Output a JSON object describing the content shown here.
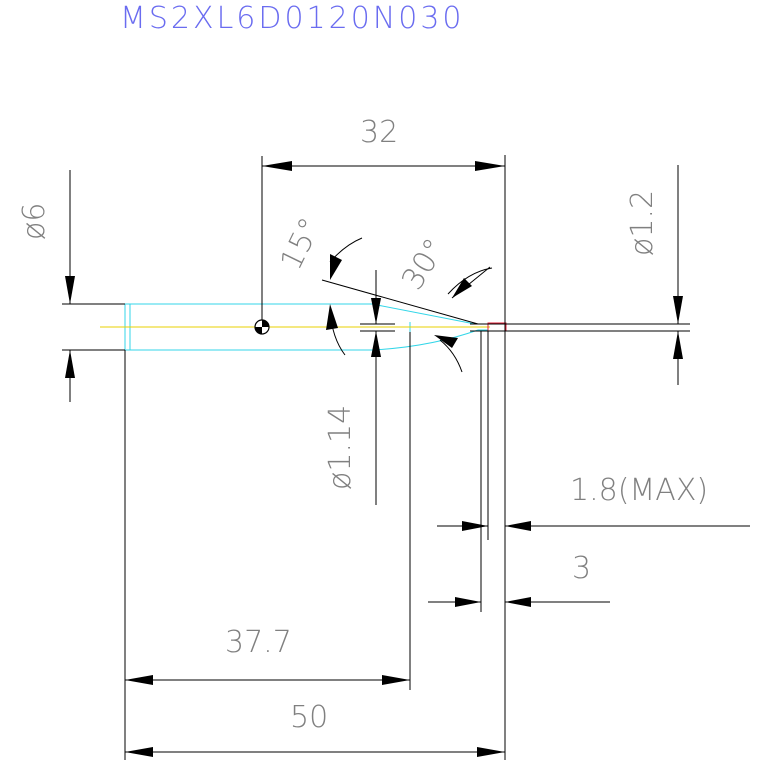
{
  "title": "MS2XL6D0120N030",
  "dimensions": {
    "shank_length": "32",
    "shank_diameter": "ø6",
    "tip_diameter": "ø1.2",
    "neck_diameter": "ø1.14",
    "taper_angle": "15°",
    "tip_angle": "30°",
    "max_length": "1.8(MAX)",
    "tip_length": "3",
    "body_length": "37.7",
    "overall_length": "50"
  }
}
